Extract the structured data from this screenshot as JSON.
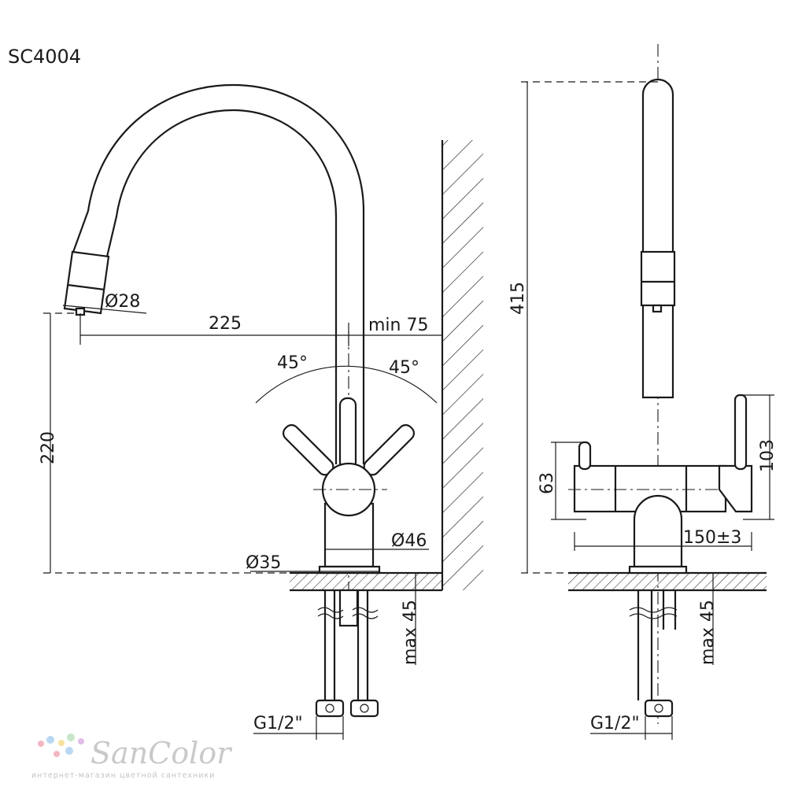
{
  "model": "SC4004",
  "dimensions": {
    "reach": "225",
    "min_wall": "min 75",
    "height_total": "415",
    "height_spout": "220",
    "aerator_diam": "Ø28",
    "body_diam": "Ø46",
    "mount_diam": "Ø35",
    "angle_left": "45°",
    "angle_right": "45°",
    "side_height_left": "63",
    "side_height_right": "103",
    "handle_span": "150±3",
    "max_thickness_front": "max 45",
    "max_thickness_side": "max 45",
    "thread_front": "G1/2\"",
    "thread_side": "G1/2\""
  },
  "watermark": {
    "brand": "SanColor",
    "tagline": "интернет-магазин цветной сантехники",
    "dot_colors": [
      "#f4b6c2",
      "#b9d7f0",
      "#f7e1a0",
      "#c8e6c9",
      "#e1bee7"
    ]
  }
}
